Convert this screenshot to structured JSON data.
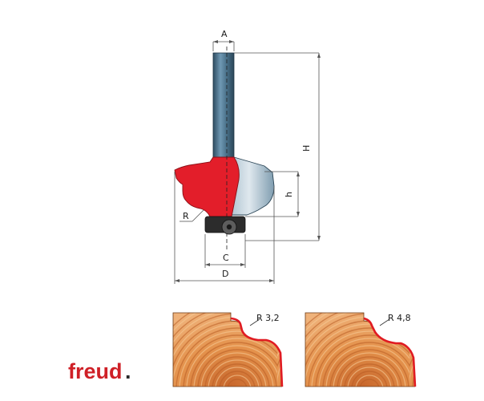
{
  "dimension_labels": {
    "A": "A",
    "H": "H",
    "h": "h",
    "R": "R",
    "C": "C",
    "D": "D"
  },
  "profiles": [
    {
      "radius_label": "R 3,2"
    },
    {
      "radius_label": "R 4,8"
    }
  ],
  "logo": {
    "text": "freud",
    "dot": "."
  },
  "colors": {
    "cutter_red": "#e31e2a",
    "shank_blue": "#4f7892",
    "wood_orange": "#e4924c",
    "profile_edge_red": "#e01b22",
    "logo_red": "#cf2027"
  }
}
